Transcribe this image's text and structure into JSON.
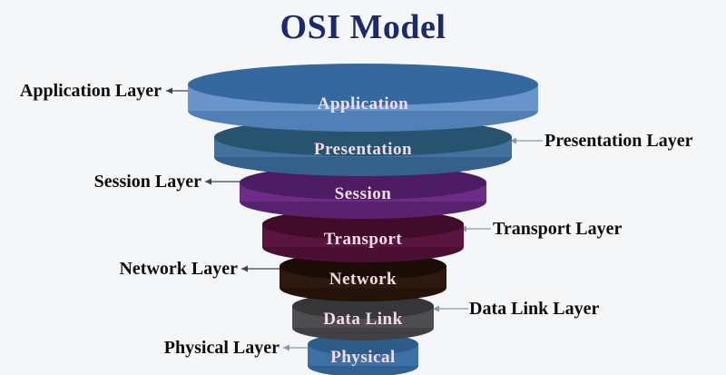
{
  "title": "OSI Model",
  "colors": {
    "background": "#f5f6f8",
    "title_text": "#1b2a6b",
    "side_label_text": "#0d0d0d",
    "disc_label_text": "#f0dbe7"
  },
  "funnel": {
    "layers": [
      {
        "name": "Application",
        "side_label": "Application Layer",
        "label_side": "left",
        "body_color": "#6a95cb",
        "top_color": "#35689e",
        "rim_color": "#5180b7",
        "line_color": "#3f4247"
      },
      {
        "name": "Presentation",
        "side_label": "Presentation Layer",
        "label_side": "right",
        "body_color": "#41719c",
        "top_color": "#28536f",
        "rim_color": "#34608a",
        "line_color": "#8598ad"
      },
      {
        "name": "Session",
        "side_label": "Session Layer",
        "label_side": "left",
        "body_color": "#6d2c89",
        "top_color": "#4d1c63",
        "rim_color": "#59226f",
        "line_color": "#3f4247"
      },
      {
        "name": "Transport",
        "side_label": "Transport Layer",
        "label_side": "right",
        "body_color": "#59153f",
        "top_color": "#400c2a",
        "rim_color": "#4a0f33",
        "line_color": "#8598ad"
      },
      {
        "name": "Network",
        "side_label": "Network Layer",
        "label_side": "left",
        "body_color": "#2d1a0f",
        "top_color": "#1a0d06",
        "rim_color": "#241308",
        "line_color": "#3f4247"
      },
      {
        "name": "Data Link",
        "side_label": "Data Link Layer",
        "label_side": "right",
        "body_color": "#4e4e50",
        "top_color": "#37373a",
        "rim_color": "#414143",
        "line_color": "#8598ad"
      },
      {
        "name": "Physical",
        "side_label": "Physical Layer",
        "label_side": "left",
        "body_color": "#3d70a4",
        "top_color": "#2c5c88",
        "rim_color": "#32618f",
        "line_color": "#8598ad"
      }
    ]
  }
}
